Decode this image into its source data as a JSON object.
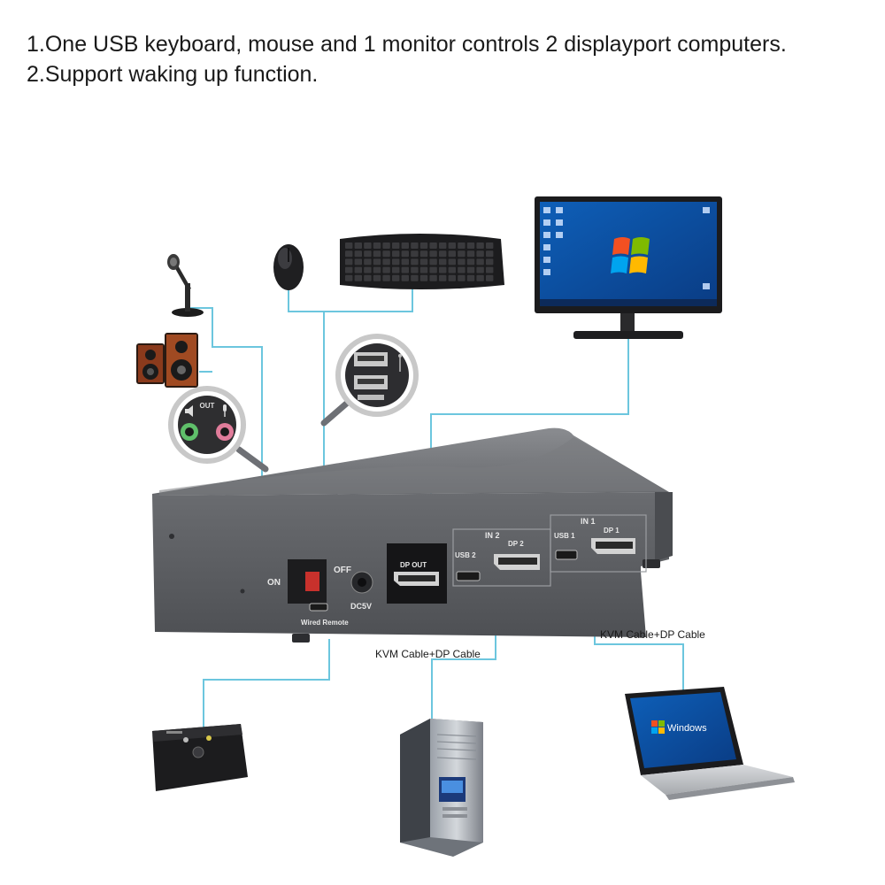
{
  "captions": {
    "line1": "1.One USB keyboard, mouse and 1 monitor controls 2 displayport computers.",
    "line2": "2.Support waking up function."
  },
  "device": {
    "on_label": "ON",
    "off_label": "OFF",
    "dc_label": "DC5V",
    "wired_remote_label": "Wired Remote",
    "dp_out_label": "DP OUT",
    "in2_label": "IN 2",
    "in1_label": "IN 1",
    "usb2_label": "USB 2",
    "dp2_label": "DP 2",
    "usb1_label": "USB 1",
    "dp1_label": "DP 1",
    "audio_out_label": "OUT"
  },
  "cables": {
    "cable_label_1": "KVM Cable+DP Cable",
    "cable_label_2": "KVM Cable+DP Cable"
  },
  "screens": {
    "laptop_os": "Windows"
  },
  "colors": {
    "connector_line": "#6cc6de",
    "device_body": "#5e5f62",
    "device_top": "#75777a",
    "device_dark": "#3c3d40"
  }
}
